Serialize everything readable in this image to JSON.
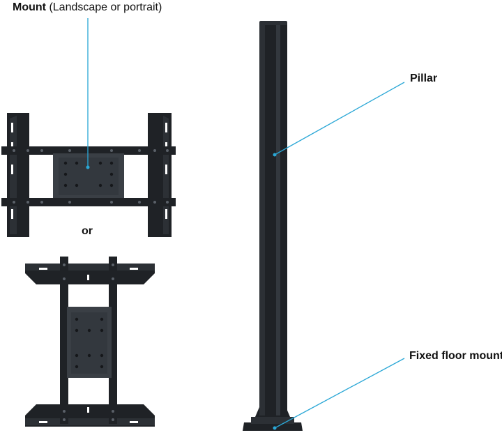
{
  "labels": {
    "mount_bold": "Mount",
    "mount_paren": "(Landscape or portrait)",
    "or_text": "or",
    "pillar": "Pillar",
    "fixed_floor_mount": "Fixed floor mount"
  },
  "colors": {
    "leader_line": "#2aa7d6",
    "hardware": "#1f2226",
    "hardware_mid": "#2c3035",
    "plate": "#3a3f45",
    "highlight": "#4a4f56"
  }
}
